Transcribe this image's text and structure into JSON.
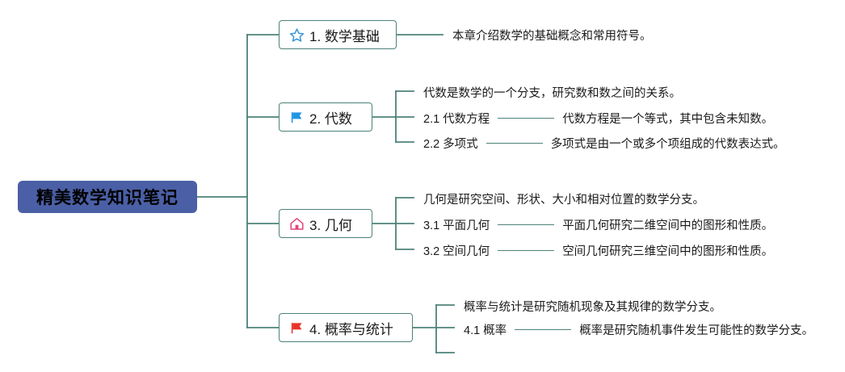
{
  "root": {
    "label": "精美数学知识笔记",
    "fill": "#4a5fa5",
    "text_color": "#000000"
  },
  "theme": {
    "line_color": "#4d8279",
    "node_border": "#4d8279",
    "node_fill": "#ffffff",
    "text_color": "#1a1a1a"
  },
  "branches": [
    {
      "id": "b1",
      "label": "1. 数学基础",
      "icon": "star-icon",
      "icon_color": "#3d96d8",
      "children": [
        {
          "text": "本章介绍数学的基础概念和常用符号。",
          "desc": ""
        }
      ]
    },
    {
      "id": "b2",
      "label": "2. 代数",
      "icon": "blue-flag-icon",
      "icon_color": "#2196e3",
      "children": [
        {
          "text": "代数是数学的一个分支，研究数和数之间的关系。",
          "desc": ""
        },
        {
          "text": "2.1 代数方程",
          "desc": "代数方程是一个等式，其中包含未知数。"
        },
        {
          "text": "2.2 多项式",
          "desc": "多项式是由一个或多个项组成的代数表达式。"
        }
      ]
    },
    {
      "id": "b3",
      "label": "3. 几何",
      "icon": "house-icon",
      "icon_color": "#e0447a",
      "children": [
        {
          "text": "几何是研究空间、形状、大小和相对位置的数学分支。",
          "desc": ""
        },
        {
          "text": "3.1 平面几何",
          "desc": "平面几何研究二维空间中的图形和性质。"
        },
        {
          "text": "3.2 空间几何",
          "desc": "空间几何研究三维空间中的图形和性质。"
        }
      ]
    },
    {
      "id": "b4",
      "label": "4. 概率与统计",
      "icon": "red-flag-icon",
      "icon_color": "#e8332a",
      "children": [
        {
          "text": "概率与统计是研究随机现象及其规律的数学分支。",
          "desc": ""
        },
        {
          "text": "4.1 概率",
          "desc": "概率是研究随机事件发生可能性的数学分支。"
        }
      ]
    }
  ]
}
